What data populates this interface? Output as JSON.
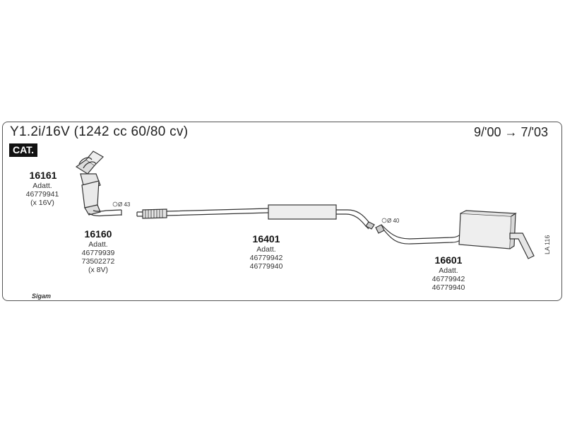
{
  "header": {
    "title": "Y1.2i/16V (1242 cc 60/80 cv)",
    "dates": "9/'00 → 7/'03",
    "cat_label": "CAT."
  },
  "parts": [
    {
      "code": "16161",
      "lines": [
        "Adatt.",
        "46779941",
        "(x 16V)"
      ]
    },
    {
      "code": "16160",
      "lines": [
        "Adatt.",
        "46779939",
        "73502272",
        "(x 8V)"
      ]
    },
    {
      "code": "16401",
      "lines": [
        "Adatt.",
        "46779942",
        "46779940"
      ]
    },
    {
      "code": "16601",
      "lines": [
        "Adatt.",
        "46779942",
        "46779940"
      ]
    }
  ],
  "diameters": [
    "Ø 43",
    "Ø 40"
  ],
  "diagram_ref": "LA 116",
  "brand": "Sigam",
  "colors": {
    "frame": "#555555",
    "line": "#333333",
    "fill": "#eeeeee",
    "cat_bg": "#111111"
  }
}
